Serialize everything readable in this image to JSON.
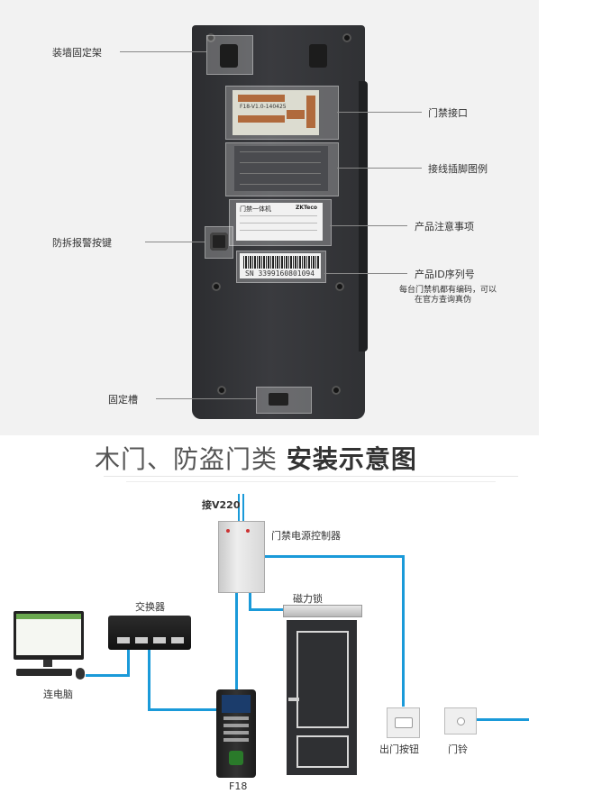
{
  "top_section": {
    "labels": {
      "wall_bracket": "装墙固定架",
      "access_interface": "门禁接口",
      "wiring_legend": "接线插脚图例",
      "product_notice": "产品注意事项",
      "tamper_button": "防拆报警按键",
      "product_id": "产品ID序列号",
      "product_id_note_1": "每台门禁机都有编码，可以",
      "product_id_note_2": "在官方查询真伪",
      "fixing_slot": "固定槽"
    },
    "device_texts": {
      "pcb_label": "F18-V1.0-140425",
      "notice_card_title": "门禁一体机",
      "brand": "ZKTeco",
      "serial": "SN  3399160801094"
    }
  },
  "diagram": {
    "title_regular": "木门、防盗门类 ",
    "title_bold": "安装示意图",
    "labels": {
      "power_input": "接V220",
      "power_controller": "门禁电源控制器",
      "magnetic_lock": "磁力锁",
      "switch": "交换器",
      "computer": "连电脑",
      "exit_button": "出门按钮",
      "doorbell": "门铃",
      "terminal": "F18"
    },
    "colors": {
      "cable": "#1a9ad9",
      "door": "#2f3033",
      "device": "#2c2d30"
    }
  }
}
